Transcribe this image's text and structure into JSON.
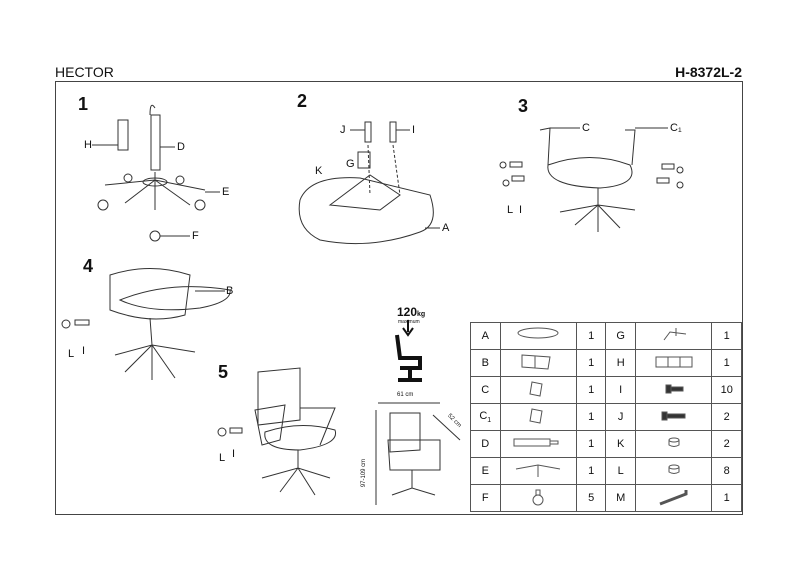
{
  "header": {
    "title": "HECTOR",
    "code": "H-8372L-2"
  },
  "steps": [
    {
      "number": "1",
      "labels": [
        "H",
        "D",
        "E",
        "F"
      ]
    },
    {
      "number": "2",
      "labels": [
        "J",
        "I",
        "G",
        "K",
        "A"
      ]
    },
    {
      "number": "3",
      "labels": [
        "C",
        "C1",
        "L",
        "I"
      ]
    },
    {
      "number": "4",
      "labels": [
        "B",
        "L",
        "I"
      ]
    },
    {
      "number": "5",
      "labels": [
        "L",
        "I"
      ]
    }
  ],
  "specs": {
    "max_load": "120",
    "max_load_unit": "kg",
    "max_load_note": "maximum",
    "width": "61 cm",
    "depth": "52 cm",
    "height": "97-109 cm"
  },
  "parts": [
    {
      "left": {
        "id": "A",
        "icon": "seat-icon",
        "qty": "1"
      },
      "right": {
        "id": "G",
        "icon": "mechanism-icon",
        "qty": "1"
      }
    },
    {
      "left": {
        "id": "B",
        "icon": "backrest-icon",
        "qty": "1"
      },
      "right": {
        "id": "H",
        "icon": "gas-cover-icon",
        "qty": "1"
      }
    },
    {
      "left": {
        "id": "C",
        "icon": "armrest-icon",
        "qty": "1"
      },
      "right": {
        "id": "I",
        "icon": "short-bolt-icon",
        "qty": "10"
      }
    },
    {
      "left": {
        "id": "C1",
        "icon": "armrest-icon",
        "qty": "1"
      },
      "right": {
        "id": "J",
        "icon": "long-bolt-icon",
        "qty": "2"
      }
    },
    {
      "left": {
        "id": "D",
        "icon": "gas-lift-icon",
        "qty": "1"
      },
      "right": {
        "id": "K",
        "icon": "washer-icon",
        "qty": "2"
      }
    },
    {
      "left": {
        "id": "E",
        "icon": "base-icon",
        "qty": "1"
      },
      "right": {
        "id": "L",
        "icon": "washer-icon",
        "qty": "8"
      }
    },
    {
      "left": {
        "id": "F",
        "icon": "caster-icon",
        "qty": "5"
      },
      "right": {
        "id": "M",
        "icon": "allen-key-icon",
        "qty": "1"
      }
    }
  ]
}
